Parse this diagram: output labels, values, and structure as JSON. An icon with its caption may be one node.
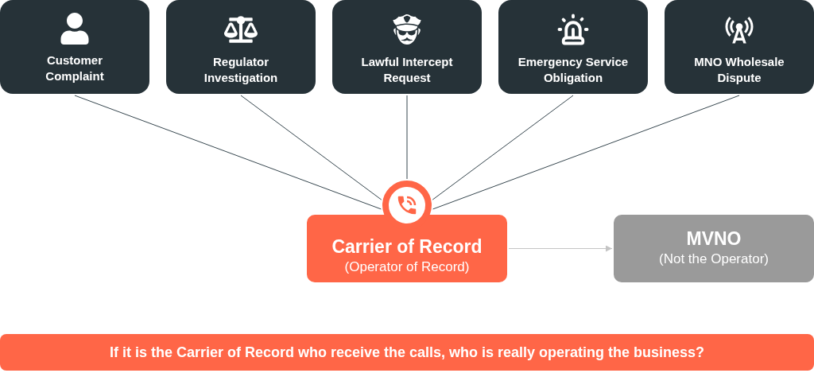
{
  "diagram": {
    "nodes": [
      {
        "text": [
          "Customer Complaint"
        ]
      },
      {
        "text": [
          "Regulator Investigation"
        ]
      },
      {
        "text": [
          "Lawful Intercept Request"
        ]
      },
      {
        "text": [
          "Emergency Service Obligation"
        ]
      },
      {
        "text": [
          "MNO Wholesale Dispute"
        ]
      },
      {
        "text": [],
        "shape": "circle"
      },
      {
        "text": [
          "Carrier of Record",
          "(Operator of Record)"
        ]
      },
      {
        "text": [
          "MVNO",
          "(Not the Operator)"
        ]
      },
      {
        "text": [
          "If it is the Carrier of Record who receive the calls, who is really operating the business?"
        ]
      }
    ],
    "edges": [
      {
        "from": 0,
        "to": 5,
        "arrow": "none"
      },
      {
        "from": 1,
        "to": 5,
        "arrow": "none"
      },
      {
        "from": 2,
        "to": 5,
        "arrow": "none"
      },
      {
        "from": 3,
        "to": 5,
        "arrow": "none"
      },
      {
        "from": 4,
        "to": 5,
        "arrow": "none"
      },
      {
        "from": 6,
        "to": 7,
        "arrow": "to",
        "color": "#c4c4c4"
      }
    ]
  }
}
